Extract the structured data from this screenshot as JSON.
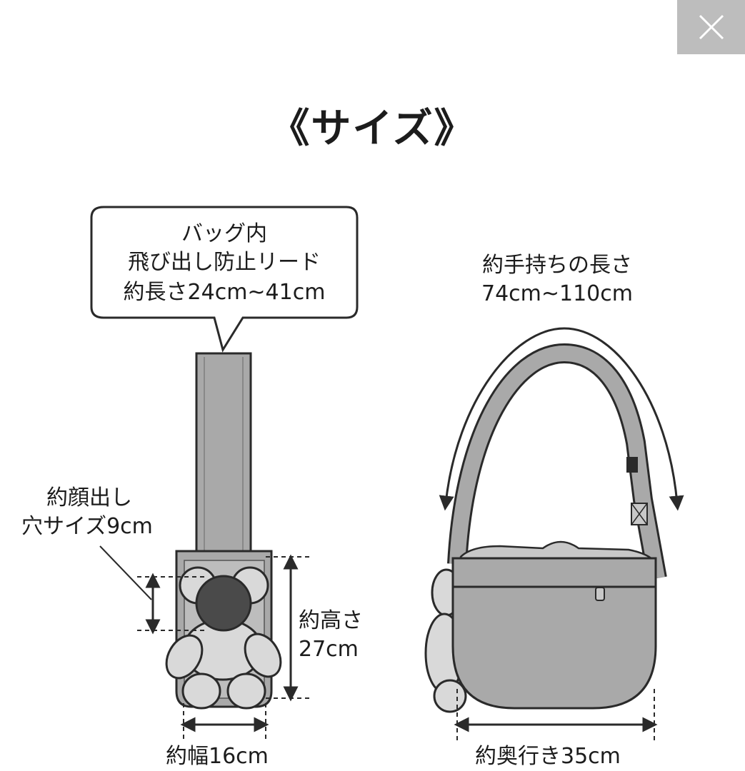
{
  "window": {
    "close_label": "×"
  },
  "title": "《サイズ》",
  "callout": {
    "line1": "バッグ内",
    "line2": "飛び出し防止リード",
    "line3": "約長さ24cm~41cm"
  },
  "face_hole": {
    "line1": "約顔出し",
    "line2": "穴サイズ9cm"
  },
  "height": {
    "line1": "約高さ",
    "line2": "27cm"
  },
  "width_label": "約幅16cm",
  "handle": {
    "line1": "約手持ちの長さ",
    "line2": "74cm~110cm"
  },
  "depth_label": "約奥行き35cm",
  "colors": {
    "outline": "#2a2a2a",
    "bag_fill": "#a9a9a9",
    "bag_light": "#c8c8c8",
    "bear_fill": "#d9d9d9",
    "bear_face": "#4a4a4a",
    "close_bg": "#bdbdbd"
  }
}
